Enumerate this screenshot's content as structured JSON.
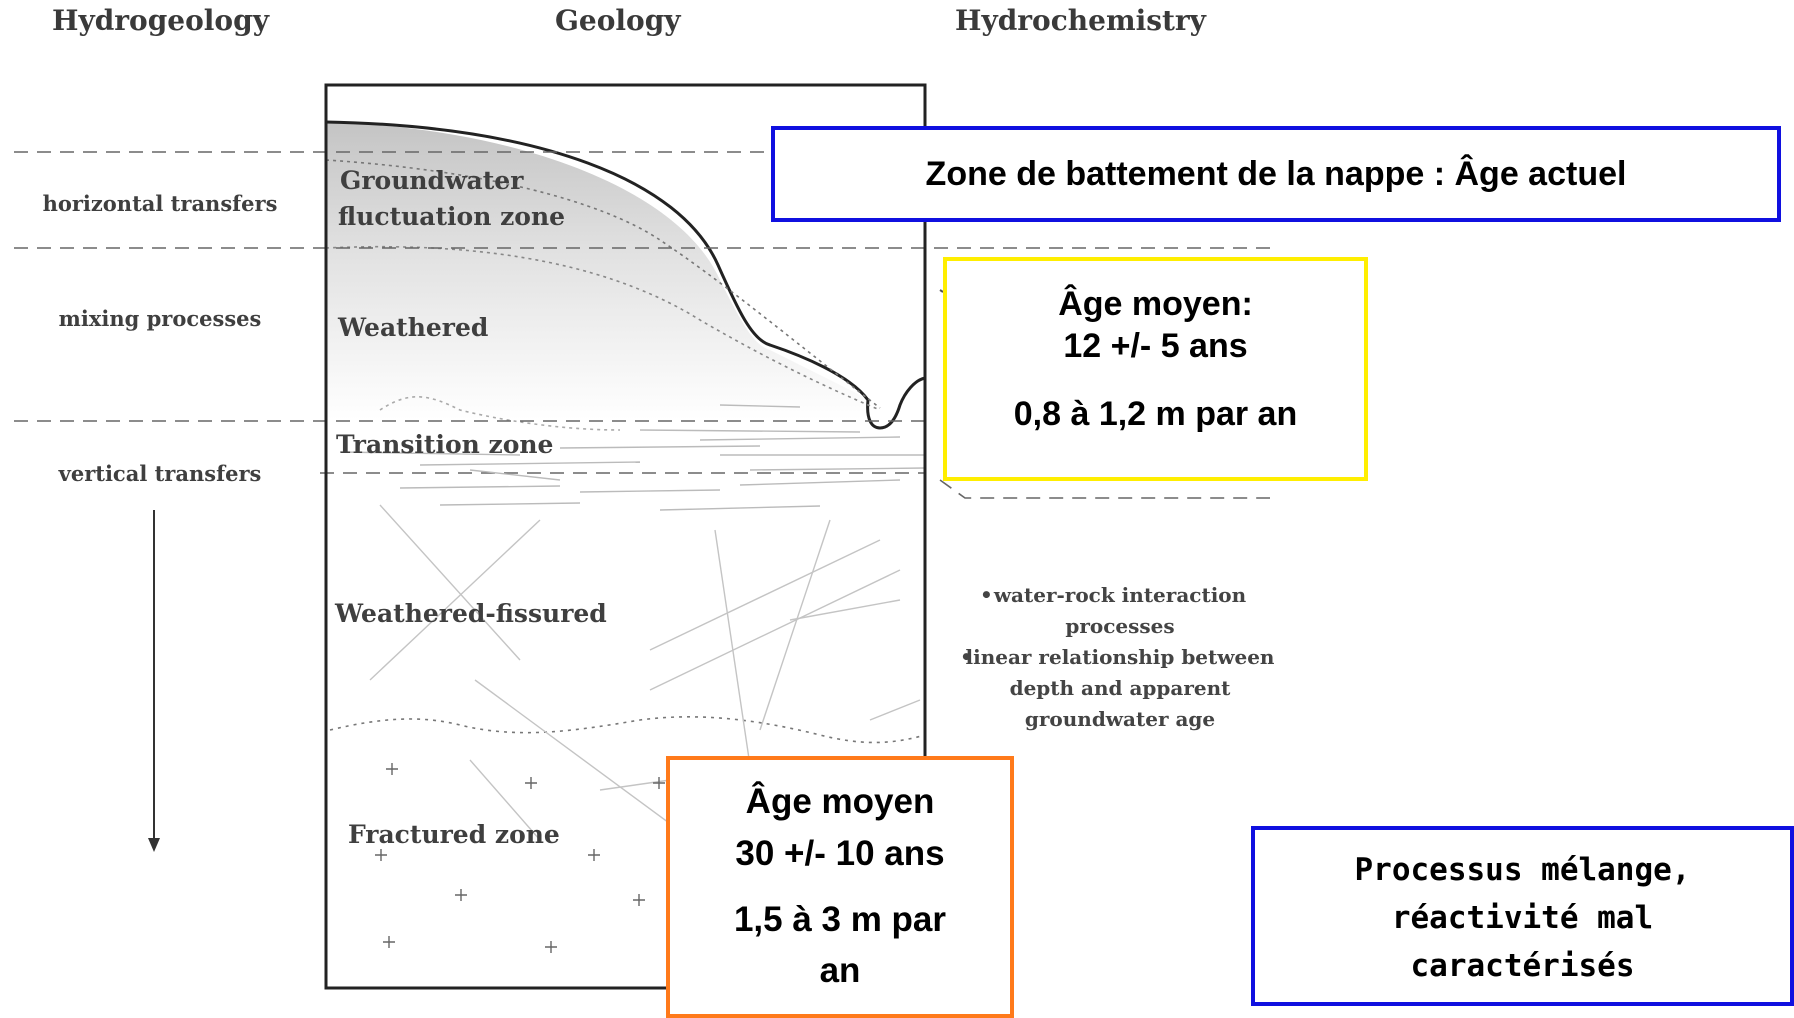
{
  "headers": {
    "hydrogeology": "Hydrogeology",
    "geology": "Geology",
    "hydrochemistry": "Hydrochemistry"
  },
  "left_labels": {
    "horizontal": "horizontal transfers",
    "mixing": "mixing processes",
    "vertical": "vertical transfers"
  },
  "zones": {
    "gw_fluct_line1": "Groundwater",
    "gw_fluct_line2": "fluctuation zone",
    "weathered": "Weathered",
    "transition": "Transition zone",
    "weathered_fissured": "Weathered-fissured",
    "fractured": "Fractured zone"
  },
  "hydrochemistry_notes": {
    "bullet": "•",
    "item1_line1": "water-rock interaction",
    "item1_line2": "processes",
    "item2_line1": "linear relationship between",
    "item2_line2": "depth and apparent",
    "item2_line3": "groundwater age"
  },
  "callouts": {
    "top_blue": "Zone de battement de la nappe : Âge actuel",
    "yellow_line1": "Âge moyen:",
    "yellow_line2": "12 +/- 5 ans",
    "yellow_line3": "0,8 à 1,2 m par an",
    "orange_line1": "Âge moyen",
    "orange_line2": "30 +/- 10 ans",
    "orange_line3": "1,5 à 3 m par",
    "orange_line4": "an",
    "bottom_blue_line1": "Processus mélange,",
    "bottom_blue_line2": "réactivité mal",
    "bottom_blue_line3": "caractérisés"
  },
  "colors": {
    "blue_border": "#1010e0",
    "yellow_border": "#ffee00",
    "orange_border": "#ff7a1a"
  }
}
